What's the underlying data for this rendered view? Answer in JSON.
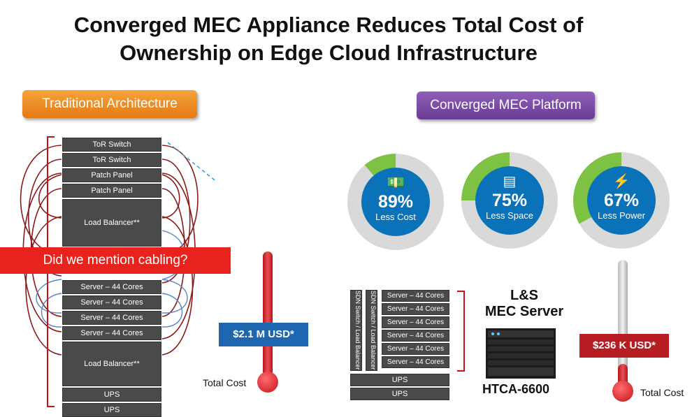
{
  "title": "Converged MEC Appliance Reduces Total Cost of Ownership on Edge Cloud Infrastructure",
  "traditional": {
    "label": "Traditional Architecture",
    "rack_units": [
      "ToR Switch",
      "ToR Switch",
      "Patch Panel",
      "Patch Panel",
      "Load Balancer**",
      "Server – 44 Cores",
      "Server – 44 Cores",
      "Server – 44 Cores",
      "Server – 44 Cores",
      "Load Balancer**",
      "UPS",
      "UPS"
    ],
    "banner": "Did we mention cabling?",
    "cost": "$2.1 M USD*",
    "cost_caption": "Total Cost"
  },
  "converged": {
    "label": "Converged MEC Platform",
    "stats": [
      {
        "value": "89%",
        "label": "Less Cost",
        "icon": "money-icon",
        "fraction": 0.89
      },
      {
        "value": "75%",
        "label": "Less Space",
        "icon": "ruler-icon",
        "fraction": 0.75
      },
      {
        "value": "67%",
        "label": "Less Power",
        "icon": "lightning-icon",
        "fraction": 0.67
      }
    ],
    "side_labels": [
      "SDN Switch / Load Balancer",
      "SDN Switch / Load Balancer"
    ],
    "servers": [
      "Server – 44 Cores",
      "Server – 44 Cores",
      "Server – 44 Cores",
      "Server – 44 Cores",
      "Server – 44 Cores",
      "Server – 44 Cores"
    ],
    "ups": [
      "UPS",
      "UPS"
    ],
    "product_line1": "L&S",
    "product_line2": "MEC Server",
    "model": "HTCA-6600",
    "cost": "$236 K USD*",
    "cost_caption": "Total Cost"
  },
  "colors": {
    "orange": "#e47a12",
    "purple": "#6a3b95",
    "blue": "#0a72b8",
    "green": "#7dc243",
    "red": "#c4141a"
  }
}
